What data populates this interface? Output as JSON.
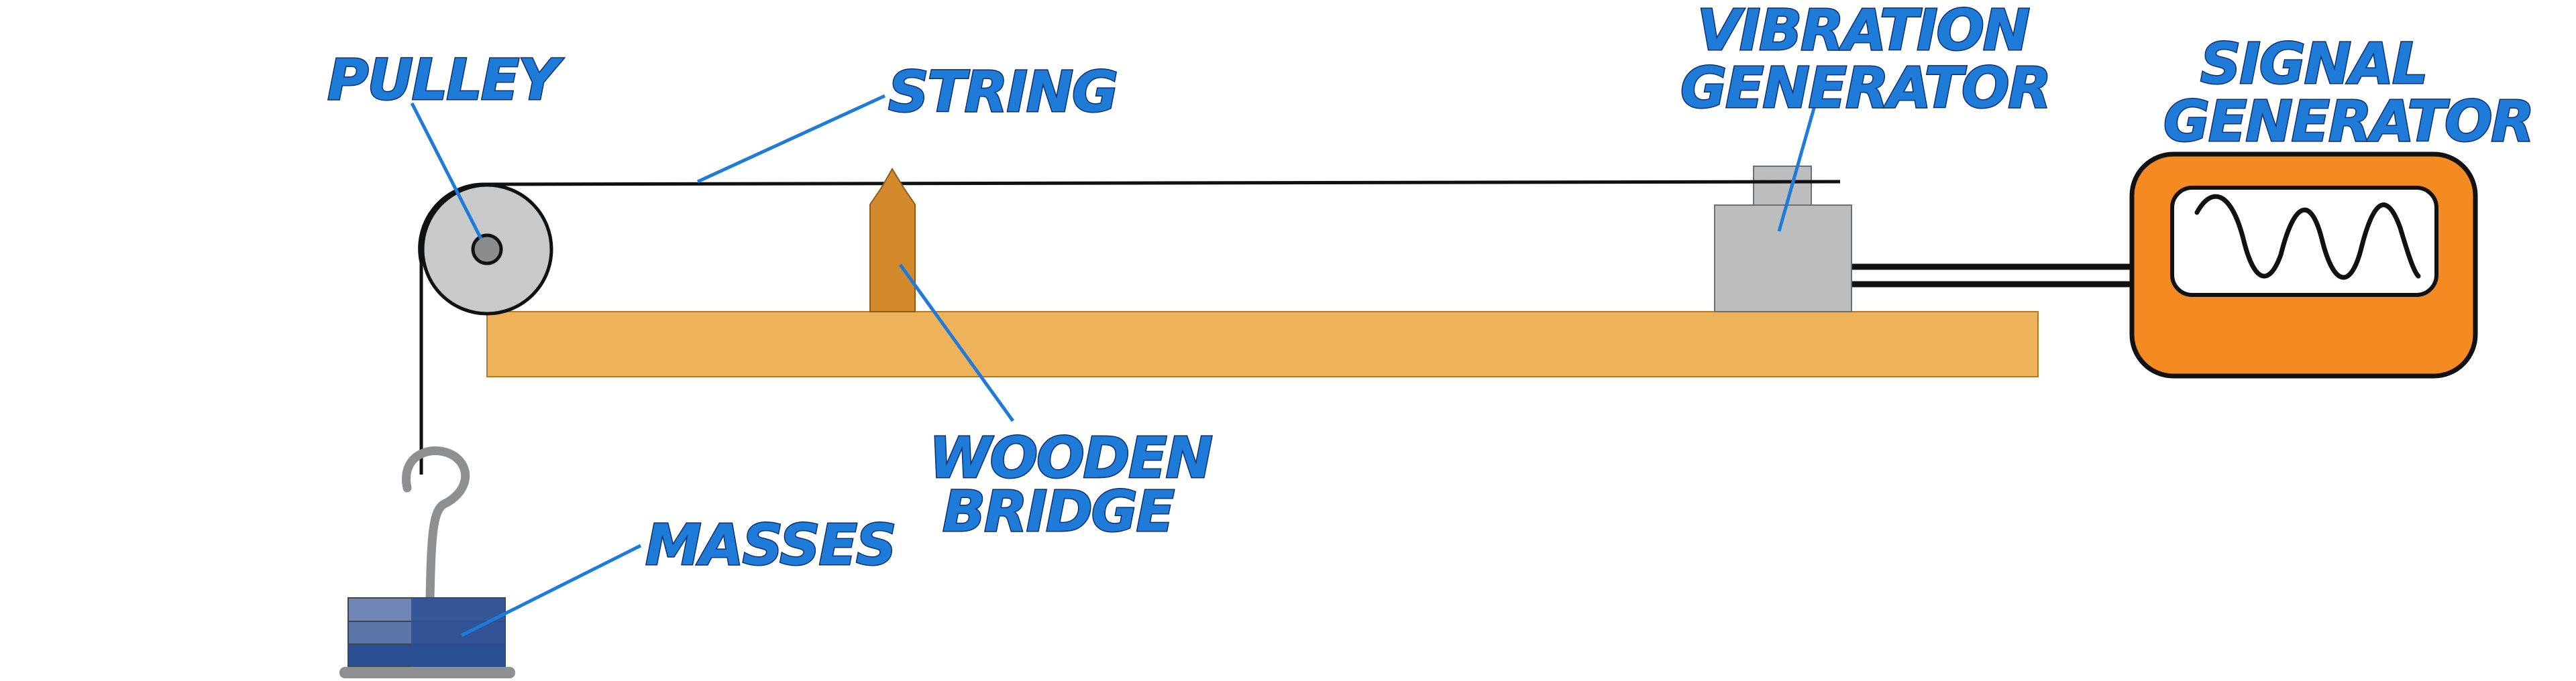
{
  "labels": {
    "pulley": "PULLEY",
    "string": "STRING",
    "vibration_generator_line1": "VIBRATION",
    "vibration_generator_line2": "GENERATOR",
    "signal_generator_line1": "SIGNAL",
    "signal_generator_line2": "GENERATOR",
    "wooden_bridge_line1": "WOODEN",
    "wooden_bridge_line2": "BRIDGE",
    "masses": "MASSES"
  },
  "colors": {
    "label_fill": "#1f7bd8",
    "label_outline": "#0b2f70",
    "bench": "#edb25a",
    "bridge": "#d38a2c",
    "pulley": "#c8c9ca",
    "vibration_generator": "#bbbdbf",
    "signal_generator": "#f48a22",
    "masses": "#2b4f93",
    "string": "#111111"
  },
  "icons": {
    "signal_display": "sine-wave-icon",
    "mass_hanger": "hook-icon"
  }
}
